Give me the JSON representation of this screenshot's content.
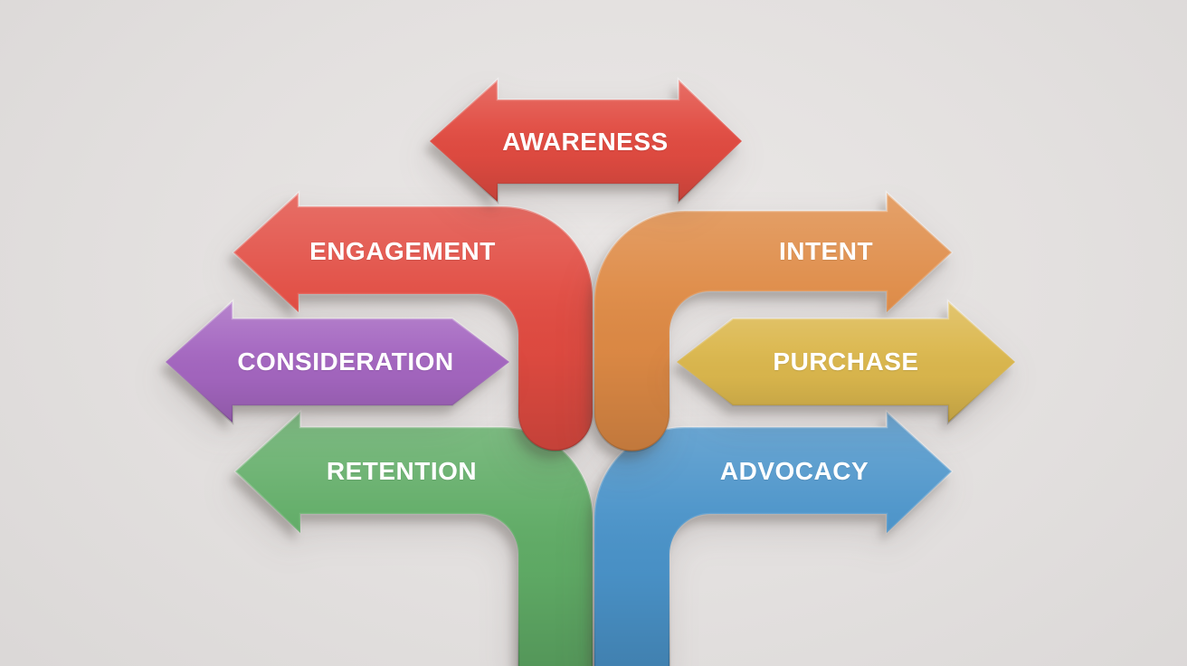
{
  "figure": {
    "type": "customer-journey-signpost-diagram",
    "background_center": "#EBE8E7",
    "background_edge": "#DBD8D7",
    "label_color": "#FFFFFF",
    "stages": [
      {
        "id": "awareness",
        "label": "AWARENESS",
        "color": "#E14B41",
        "direction": "both"
      },
      {
        "id": "engagement",
        "label": "ENGAGEMENT",
        "color": "#E14B41",
        "direction": "left"
      },
      {
        "id": "intent",
        "label": "INTENT",
        "color": "#DE8A45",
        "direction": "right"
      },
      {
        "id": "consideration",
        "label": "CONSIDERATION",
        "color": "#A466C0",
        "direction": "left"
      },
      {
        "id": "purchase",
        "label": "PURCHASE",
        "color": "#DBB74D",
        "direction": "right"
      },
      {
        "id": "retention",
        "label": "RETENTION",
        "color": "#60AC66",
        "direction": "left"
      },
      {
        "id": "advocacy",
        "label": "ADVOCACY",
        "color": "#4A93C9",
        "direction": "right"
      }
    ]
  }
}
